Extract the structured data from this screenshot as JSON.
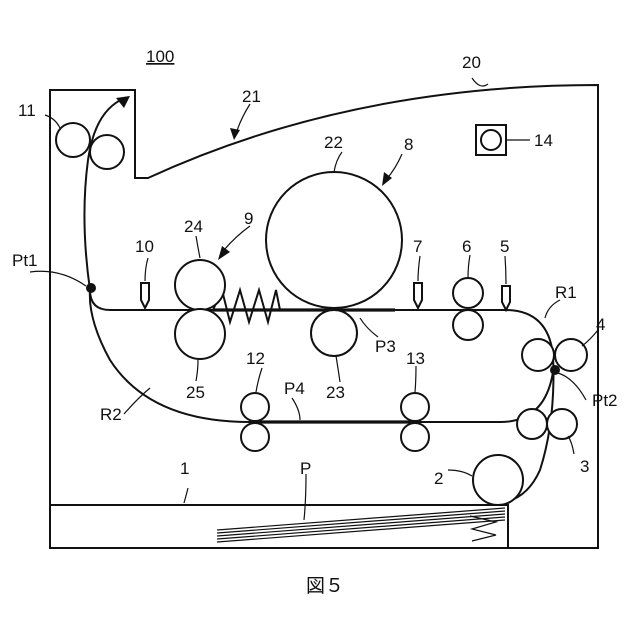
{
  "figure": {
    "caption": "図５",
    "apparatus_label": "100"
  },
  "labels": {
    "housing": "20",
    "top_cover": "21",
    "fixing_roller_top": "22",
    "fixing_roller_bottom": "23",
    "fixing_unit": "8",
    "heater_top_roller": "24",
    "heater_bottom_roller": "25",
    "heating_unit": "9",
    "sensor_left": "10",
    "sensor_mid": "7",
    "sensor_right": "5",
    "rollers_mid_right": "6",
    "rollers_right": "4",
    "rollers_lower_right": "3",
    "pickup_roller": "2",
    "tray": "1",
    "paper": "P",
    "exit_rollers": "11",
    "module": "14",
    "rollers_lower_left": "12",
    "rollers_lower_mid": "13",
    "point_left": "Pt1",
    "point_right": "Pt2",
    "route_one": "R1",
    "route_two": "R2",
    "sheet_p3": "P3",
    "sheet_p4": "P4"
  }
}
